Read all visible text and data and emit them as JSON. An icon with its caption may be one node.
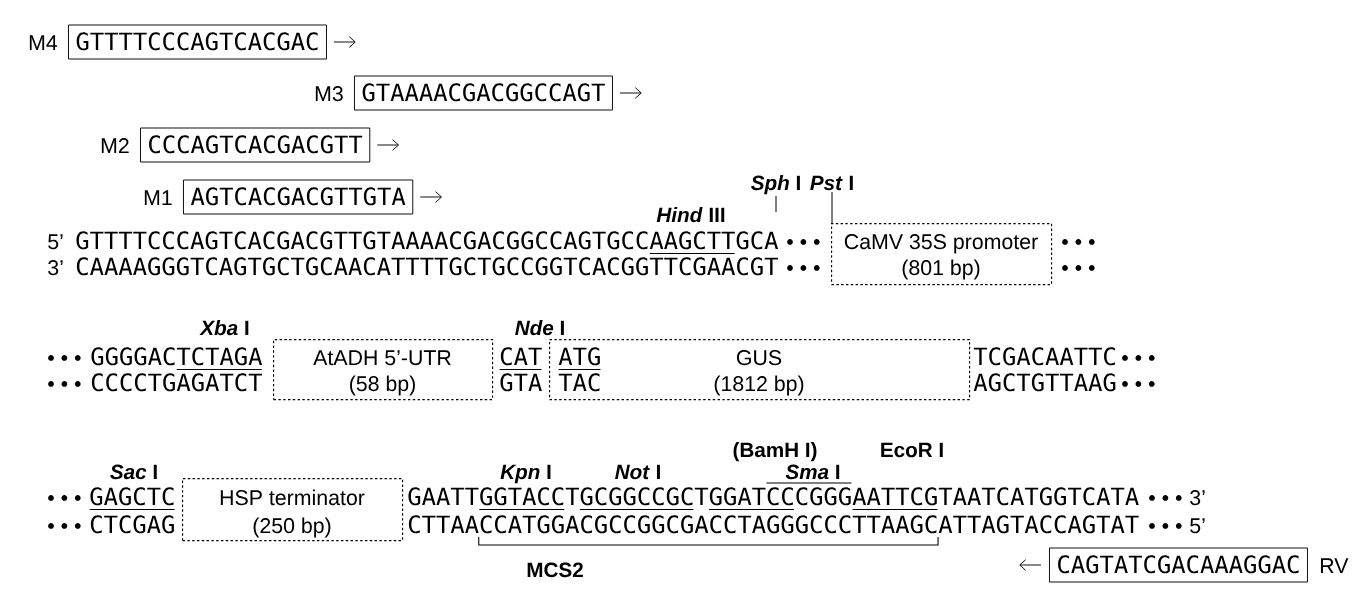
{
  "diagram": {
    "nodes": [
      {
        "text": [
          "GTTTTCCCAGTCACGAC"
        ],
        "beside": [
          "M4"
        ]
      },
      {
        "text": [
          "GTAAAACGACGGCCAGT"
        ],
        "beside": [
          "M3"
        ]
      },
      {
        "text": [
          "CCCAGTCACGACGTT"
        ],
        "beside": [
          "M2"
        ]
      },
      {
        "text": [
          "AGTCACGACGTTGTA"
        ],
        "beside": [
          "M1"
        ]
      },
      {
        "text": [
          "*Sph* I"
        ]
      },
      {
        "text": [
          "*Pst* I"
        ]
      },
      {
        "text": [
          "CaMV 35S promoter",
          "(801 bp)"
        ]
      },
      {
        "text": [
          "AtADH 5’-UTR",
          "(58 bp)"
        ]
      },
      {
        "text": [
          "ATG",
          "GUS",
          "TAC",
          "(1812 bp)"
        ]
      },
      {
        "text": [
          "HSP terminator",
          "(250 bp)"
        ]
      },
      {
        "text": [
          "CAGTATCGACAAAGGAC"
        ],
        "beside": [
          "RV"
        ]
      }
    ],
    "edges": [
      {
        "from": 4,
        "to": null,
        "arrow": "none"
      },
      {
        "from": 5,
        "to": 6,
        "arrow": "none"
      }
    ],
    "labels": [
      "*Hind* III",
      "5’",
      "GTTTTCCCAGTCACGACGTTGTAAAACGACGGCCAGTGCCAAGCTTGCA",
      "• • •",
      "• • •",
      "3’",
      "CAAAAGGGTCAGTGCTGCAACATTTTGCTGCCGGTCACGGTTCGAACGT",
      "• • •",
      "• • •",
      "*Xba* I",
      "*Nde* I",
      "• • •",
      "GGGGACTCTAGA",
      "CAT",
      "TCGACAATTC",
      "• • •",
      "• • •",
      "CCCCTGAGATCT",
      "GTA",
      "AGCTGTTAAG",
      "• • •",
      "(BamH I)",
      "EcoR I",
      "*Sac* I",
      "*Kpn* I",
      "*Not* I",
      "*Sma* I",
      "• • •",
      "GAGCTC",
      "GAATTGGTACCTGCGGCCGCTGGATCCCGGGAATTCGTAATCATGGTCATA",
      "• • •",
      "3’",
      "• • •",
      "CTCGAG",
      "CTTAACCATGGACGCCGGCGACCTAGGGCCCTTAAGCATTAGTACCAGTAT",
      "• • •",
      "5’",
      "MCS2"
    ]
  }
}
